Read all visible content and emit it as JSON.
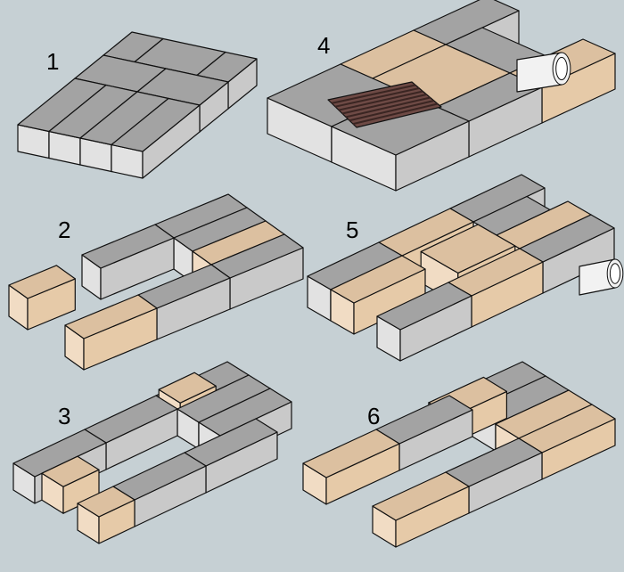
{
  "steps": [
    {
      "label": "1"
    },
    {
      "label": "2"
    },
    {
      "label": "3"
    },
    {
      "label": "4"
    },
    {
      "label": "5"
    },
    {
      "label": "6"
    }
  ],
  "colors": {
    "background": "#c6d0d4",
    "gray_top": "#a3a3a3",
    "gray_front": "#e2e2e2",
    "gray_side": "#c9c9c9",
    "tan_top": "#dcc0a0",
    "tan_front": "#f1dcc4",
    "tan_side": "#e6caa8",
    "grate": "#6e4a45",
    "pipe": "#f2f2f2",
    "edge": "#111111"
  }
}
